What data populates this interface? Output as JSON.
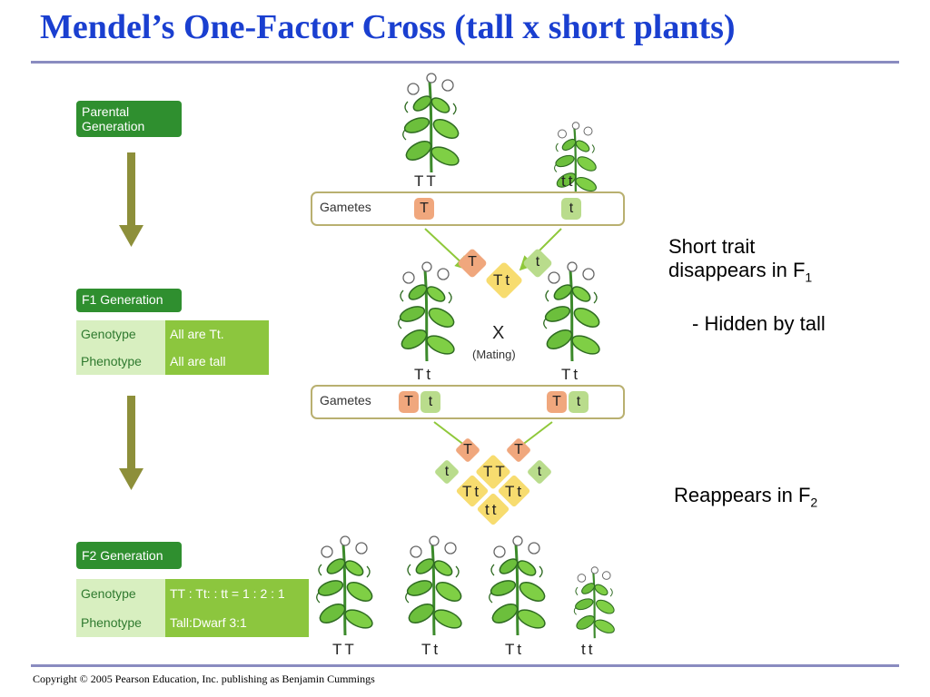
{
  "slide": {
    "title": "Mendel’s One-Factor Cross  (tall x short plants)",
    "copyright": "Copyright © 2005 Pearson Education, Inc. publishing as Benjamin Cummings"
  },
  "parental": {
    "label_line1": "Parental",
    "label_line2": "Generation",
    "plant1_genotype": "TT",
    "plant2_genotype": "tt",
    "gametes_label": "Gametes",
    "gamete1": "T",
    "gamete2": "t",
    "zygote": {
      "left": "T",
      "right": "t",
      "bottom": "Tt"
    }
  },
  "f1": {
    "label": "F1 Generation",
    "genotype_key": "Genotype",
    "genotype_value": "All are Tt.",
    "phenotype_key": "Phenotype",
    "phenotype_value": "All are tall",
    "plant1_genotype": "Tt",
    "plant2_genotype": "Tt",
    "mating_symbol": "X",
    "mating_label": "(Mating)",
    "gametes_label": "Gametes",
    "gametes_left": [
      "T",
      "t"
    ],
    "gametes_right": [
      "T",
      "t"
    ]
  },
  "f2_grid": {
    "top_left": "T",
    "top_right": "T",
    "mid_left": "t",
    "mid_center": "TT",
    "mid_right": "t",
    "low_left": "Tt",
    "low_right": "Tt",
    "bottom": "tt"
  },
  "f2": {
    "label": "F2 Generation",
    "genotype_key": "Genotype",
    "genotype_value": "TT : Tt: : tt =  1 : 2 : 1",
    "phenotype_key": "Phenotype",
    "phenotype_value": "Tall:Dwarf 3:1",
    "plant_genotypes": [
      "TT",
      "Tt",
      "Tt",
      "tt"
    ]
  },
  "notes": {
    "short_line1": "Short trait",
    "short_line2_main": "disappears in F",
    "short_line2_sub": "1",
    "hidden": "- Hidden by tall",
    "reappears_main": "Reappears in F",
    "reappears_sub": "2"
  },
  "colors": {
    "title": "#1a3fd0",
    "gen_label_green": "#2f8f2f",
    "dominant_allele": "#f0a77d",
    "recessive_allele": "#b9dc8c",
    "zygote_yellow": "#f7dc6f",
    "arrow_olive": "#8d8f3a"
  }
}
